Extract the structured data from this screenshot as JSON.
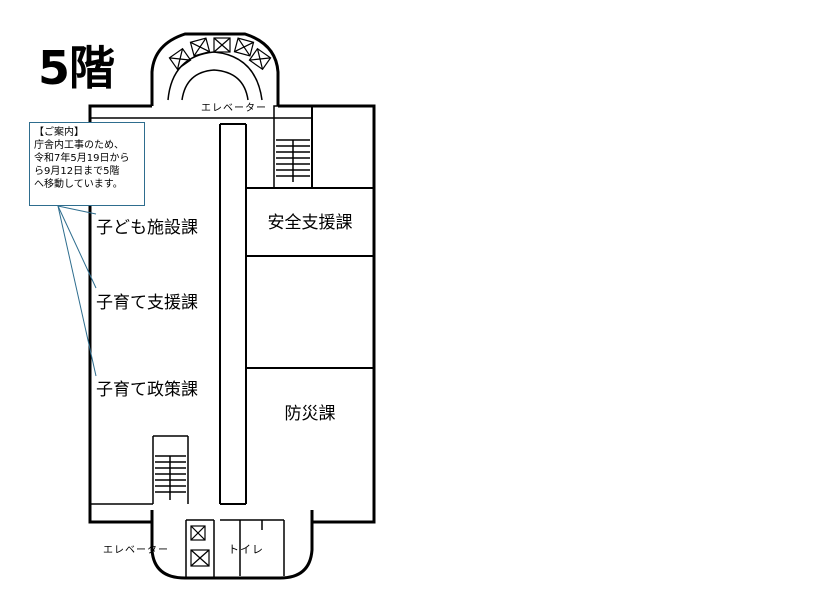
{
  "floor_title": "5階",
  "notice": {
    "lines": [
      "【ご案内】",
      "庁舎内工事のため、",
      "令和7年5月19日から",
      "ら9月12日まで5階",
      "へ移動しています。"
    ]
  },
  "rooms": {
    "kodomo_shisetsu": "子ども施設課",
    "kosodate_shien": "子育て支援課",
    "kosodate_seisaku": "子育て政策課",
    "anzen_shien": "安全支援課",
    "bousai": "防災課"
  },
  "labels": {
    "elevator_top": "エレベーター",
    "elevator_bottom": "エレベーター",
    "toilet": "トイレ"
  },
  "colors": {
    "wall": "#000000",
    "callout": "#2e6d8e"
  }
}
